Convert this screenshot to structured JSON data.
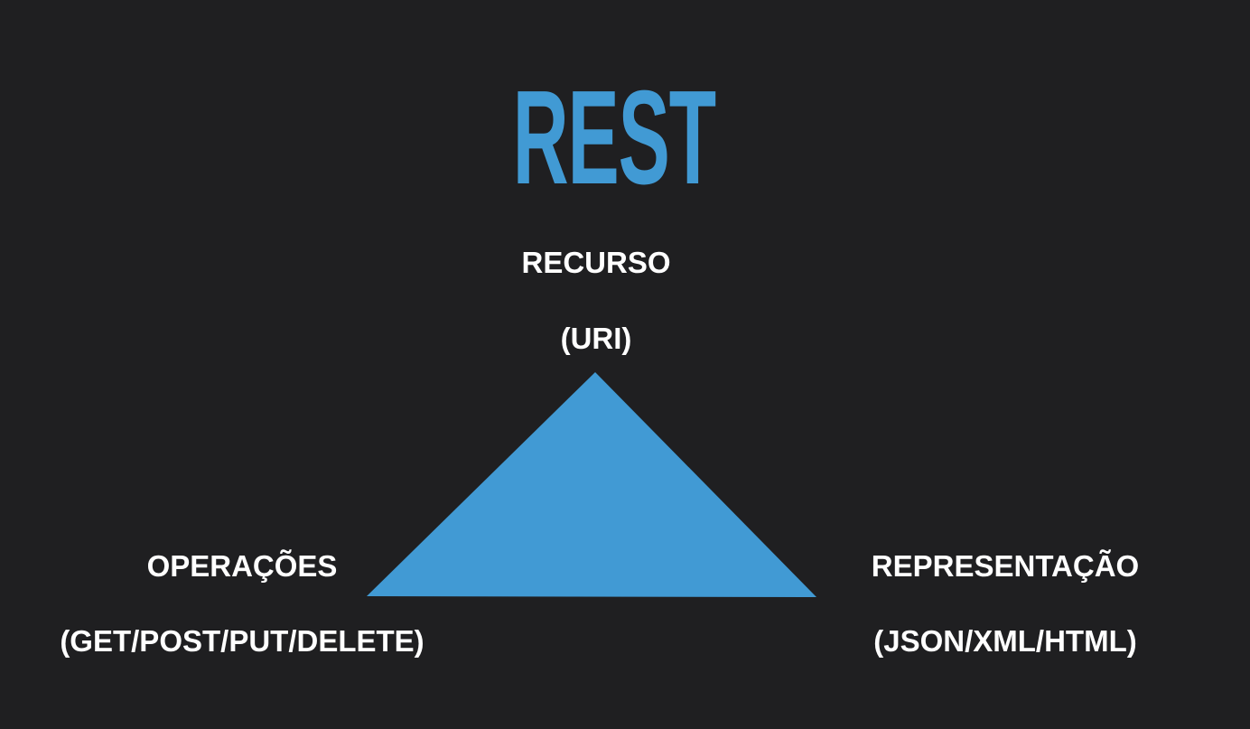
{
  "title": "REST",
  "colors": {
    "background": "#1f1f21",
    "accent": "#419ad4",
    "text": "#ffffff"
  },
  "vertices": {
    "top": {
      "name": "RECURSO",
      "detail": "(URI)"
    },
    "left": {
      "name": "OPERAÇÕES",
      "detail": "(GET/POST/PUT/DELETE)"
    },
    "right": {
      "name": "REPRESENTAÇÃO",
      "detail": "(JSON/XML/HTML)"
    }
  }
}
